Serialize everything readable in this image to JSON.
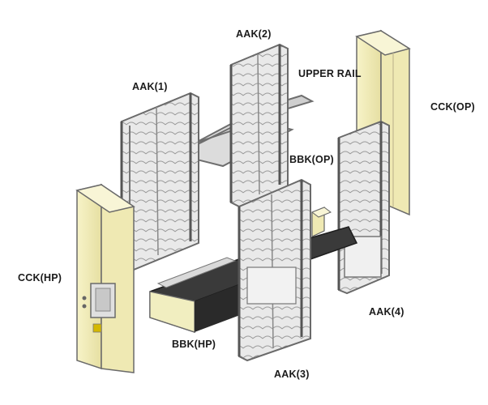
{
  "labels": {
    "aak1": "AAK(1)",
    "aak2": "AAK(2)",
    "aak3": "AAK(3)",
    "aak4": "AAK(4)",
    "upper_rail": "UPPER RAIL",
    "cck_op": "CCK(OP)",
    "cck_hp": "CCK(HP)",
    "bbk_op": "BBK(OP)",
    "bbk_hp": "BBK(HP)"
  },
  "colors": {
    "frame": "#8a8a8a",
    "frame_dark": "#5a5a5a",
    "panel_cream": "#f4f0c0",
    "panel_cream_shade": "#e2dca0",
    "base_dark": "#2e2e2e",
    "tray": "#d8d8d8"
  }
}
